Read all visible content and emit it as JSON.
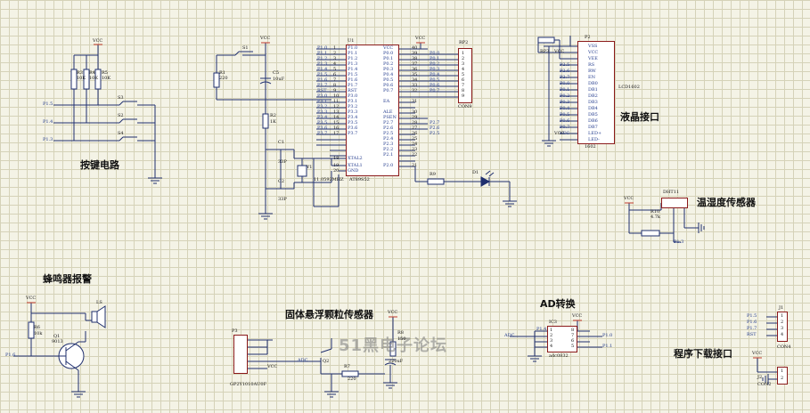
{
  "sections": {
    "keys": "按键电路",
    "buzzer": "蜂鸣器报警",
    "dust": "固体悬浮颗粒传感器",
    "ad": "AD转换",
    "lcd": "液晶接口",
    "temp": "温湿度传感器",
    "prog": "程序下载接口"
  },
  "watermark": "51黑电子论坛",
  "mcu": {
    "ref": "U1",
    "part": "AT89S52",
    "left_pins": [
      "P1.0",
      "P1.1",
      "P1.2",
      "P1.3",
      "P1.4",
      "P1.5",
      "P1.6",
      "P1.7",
      "RST",
      "P3.0",
      "P3.1",
      "P3.2",
      "P3.3",
      "P3.4",
      "P3.5",
      "P3.6",
      "P3.7",
      "XTAL2",
      "XTAL1",
      "GND"
    ],
    "left_nums": [
      "1",
      "2",
      "3",
      "4",
      "5",
      "6",
      "7",
      "8",
      "9",
      "10",
      "11",
      "12",
      "13",
      "14",
      "15",
      "16",
      "17",
      "18",
      "19",
      "20"
    ],
    "right_pins": [
      "VCC",
      "P0.0",
      "P0.1",
      "P0.2",
      "P0.3",
      "P0.4",
      "P0.5",
      "P0.6",
      "P0.7",
      "EA",
      "ALE",
      "PSEN",
      "P2.7",
      "P2.6",
      "P2.5",
      "P2.4",
      "P2.3",
      "P2.2",
      "P2.1",
      "P2.0"
    ],
    "right_nums": [
      "40",
      "39",
      "38",
      "37",
      "36",
      "35",
      "34",
      "33",
      "32",
      "31",
      "30",
      "29",
      "28",
      "27",
      "26",
      "25",
      "24",
      "23",
      "22",
      "21"
    ],
    "left_nets": [
      "P1.0",
      "P1.1",
      "P1.2",
      "P1.3",
      "P1.4",
      "P1.5",
      "P1.6",
      "P1.7",
      "RST",
      "P3.0",
      "P3.1",
      "P3.2",
      "P3.3",
      "P3.4",
      "P3.5",
      "P3.6",
      "P3.7"
    ],
    "right_nets": [
      "P0.0",
      "P0.1",
      "P0.2",
      "P0.3",
      "P0.4",
      "P0.5",
      "P0.6",
      "P0.7",
      "",
      "",
      "",
      "P2.7",
      "P2.6",
      "P2.5"
    ]
  },
  "con9": {
    "ref": "RP2",
    "name": "CON9",
    "pins": [
      "1",
      "2",
      "3",
      "4",
      "5",
      "6",
      "7",
      "8",
      "9"
    ]
  },
  "lcd": {
    "ref": "P2",
    "part": "LCD1602",
    "foot": "1602",
    "pins": [
      "VSS",
      "VCC",
      "VEE",
      "RS",
      "RW",
      "EN",
      "DB0",
      "DB1",
      "DB2",
      "DB3",
      "DB4",
      "DB5",
      "DB6",
      "DB7",
      "LED+",
      "LED-"
    ],
    "nets": [
      "",
      "",
      "",
      "P2.5",
      "P2.6",
      "P2.7",
      "P0.0",
      "P0.1",
      "P0.2",
      "P0.3",
      "P0.4",
      "P0.5",
      "P0.6",
      "P0.7",
      "VCC",
      ""
    ],
    "pot": "RP3"
  },
  "labels": {
    "vcc": "VCC",
    "s1": "S1",
    "r1": "R1",
    "r1v": "220",
    "c5": "C5",
    "c5v": "10uF",
    "r2": "R2",
    "r2v": "1K",
    "c1": "C1",
    "c1v": "33P",
    "c2": "C2",
    "c2v": "33P",
    "y1": "Y1",
    "xtal": "11.0592MHZ",
    "r3": "R3",
    "r4": "R4",
    "r5": "R5",
    "r10k": "10K",
    "s3": "S3",
    "s2": "S2",
    "s4": "S4",
    "p15": "P1.5",
    "p14": "P1.4",
    "p13": "P1.3",
    "r9": "R9",
    "d1": "D1",
    "dht": "DHT11",
    "r10": "R10",
    "r10v": "4.7k",
    "dhtnet": "P1.3",
    "r6": "R6",
    "r6v": "10k",
    "q1": "Q1",
    "q1v": "9013",
    "ls": "LS",
    "buzznet": "P1.6",
    "p3": "P3",
    "gp2y": "GP2Y1010AU0F",
    "adc": "ADC",
    "q2": "Q2",
    "r8": "R8",
    "r8v": "150",
    "cap220": "220uF",
    "r7": "R7",
    "r7v": "220",
    "ic": "IC3",
    "adc0832": "adc0832",
    "adnet1": "P1.4",
    "adnet2": "P1.0",
    "adnet3": "P1.1",
    "adpins_l": [
      "1",
      "2",
      "3",
      "4"
    ],
    "adpins_r": [
      "8",
      "7",
      "6",
      "5"
    ],
    "j1": "J1",
    "con4": "CON4",
    "j1nets": [
      "P1.5",
      "P1.6",
      "P1.7",
      "RST"
    ],
    "j1pins": [
      "1",
      "2",
      "3",
      "4"
    ],
    "j2": "J2",
    "con2": "CON2",
    "j2pins": [
      "1",
      "2"
    ]
  }
}
